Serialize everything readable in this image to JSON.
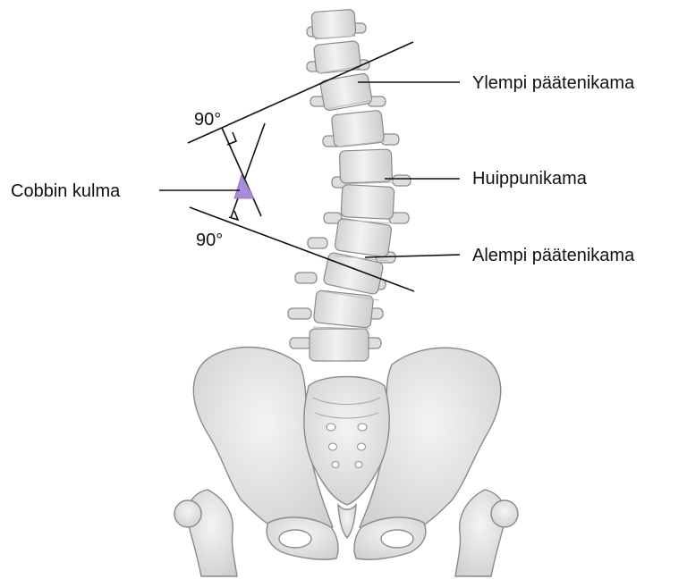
{
  "labels": {
    "upper_end_vertebra": "Ylempi päätenikama",
    "apex_vertebra": "Huippunikama",
    "lower_end_vertebra": "Alempi päätenikama",
    "cobb_angle": "Cobbin kulma",
    "right_angle_top": "90°",
    "right_angle_bottom": "90°"
  },
  "colors": {
    "bone_fill": "#ebebeb",
    "bone_stroke": "#8a8a8a",
    "bone_shade": "#c9c9c9",
    "line": "#111111",
    "angle_highlight": "#a98bd6"
  }
}
